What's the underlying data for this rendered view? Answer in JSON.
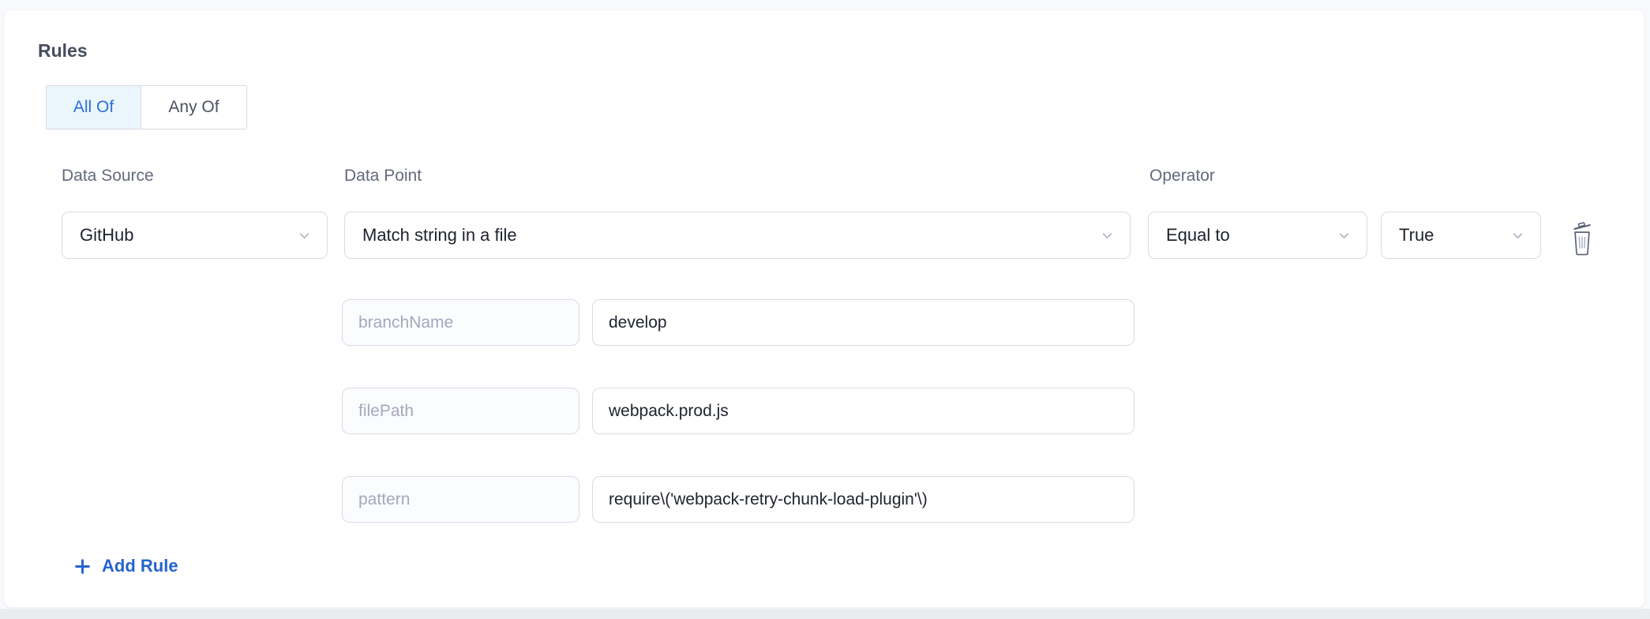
{
  "rules": {
    "heading": "Rules",
    "match_modes": [
      {
        "label": "All Of",
        "selected": true
      },
      {
        "label": "Any Of",
        "selected": false
      }
    ],
    "rule": {
      "data_source": {
        "label": "Data Source",
        "value": "GitHub"
      },
      "data_point": {
        "label": "Data Point",
        "value": "Match string in a file"
      },
      "operator": {
        "label": "Operator",
        "value": "Equal to"
      },
      "expected": {
        "value": "True"
      },
      "params": [
        {
          "key": "branchName",
          "value": "develop"
        },
        {
          "key": "filePath",
          "value": "webpack.prod.js"
        },
        {
          "key": "pattern",
          "value": "require\\('webpack-retry-chunk-load-plugin'\\)"
        }
      ]
    },
    "add_rule_label": "Add Rule"
  },
  "icons": {
    "chevron_down": "⌄",
    "trash": "🗑",
    "plus": "+"
  },
  "colors": {
    "accent_blue": "#2d6fd9",
    "add_rule_blue": "#2563cf",
    "selected_segment_bg": "#eaf6fb",
    "input_border": "#d9dbe7",
    "label_text": "#636a7c",
    "value_text": "#20242e",
    "muted_key_text": "#a4a8bd",
    "trash_icon": "#596078",
    "card_bg": "#ffffff",
    "page_bg": "#f8fafd",
    "bottom_strip_bg": "#ebeced"
  }
}
